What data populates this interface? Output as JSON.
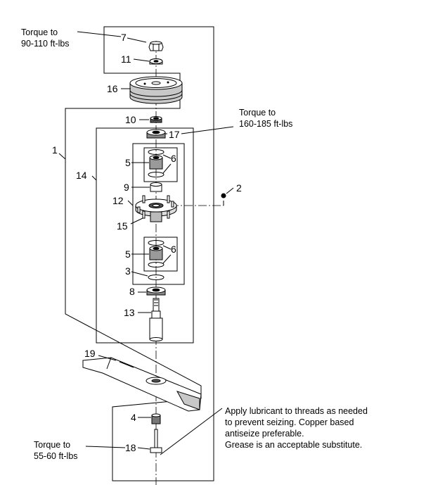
{
  "callouts": [
    {
      "id": "n7",
      "text": "7"
    },
    {
      "id": "n11",
      "text": "11"
    },
    {
      "id": "n16",
      "text": "16"
    },
    {
      "id": "n10",
      "text": "10"
    },
    {
      "id": "n17",
      "text": "17"
    },
    {
      "id": "n1",
      "text": "1"
    },
    {
      "id": "n14",
      "text": "14"
    },
    {
      "id": "n5a",
      "text": "5"
    },
    {
      "id": "n6a",
      "text": "6"
    },
    {
      "id": "n9",
      "text": "9"
    },
    {
      "id": "n2",
      "text": "2"
    },
    {
      "id": "n12",
      "text": "12"
    },
    {
      "id": "n15",
      "text": "15"
    },
    {
      "id": "n5b",
      "text": "5"
    },
    {
      "id": "n6b",
      "text": "6"
    },
    {
      "id": "n3",
      "text": "3"
    },
    {
      "id": "n8",
      "text": "8"
    },
    {
      "id": "n13",
      "text": "13"
    },
    {
      "id": "n19",
      "text": "19"
    },
    {
      "id": "n4",
      "text": "4"
    },
    {
      "id": "n18",
      "text": "18"
    }
  ],
  "notes": {
    "torque_top": [
      "Torque to",
      "90-110 ft-lbs"
    ],
    "torque_mid": [
      "Torque to",
      "160-185 ft-lbs"
    ],
    "torque_bottom": [
      "Torque to",
      "55-60 ft-lbs"
    ],
    "lubricant": [
      "Apply lubricant to threads as needed",
      "to prevent seizing.  Copper based",
      "antiseize preferable.",
      "Grease is an acceptable substitute."
    ]
  }
}
